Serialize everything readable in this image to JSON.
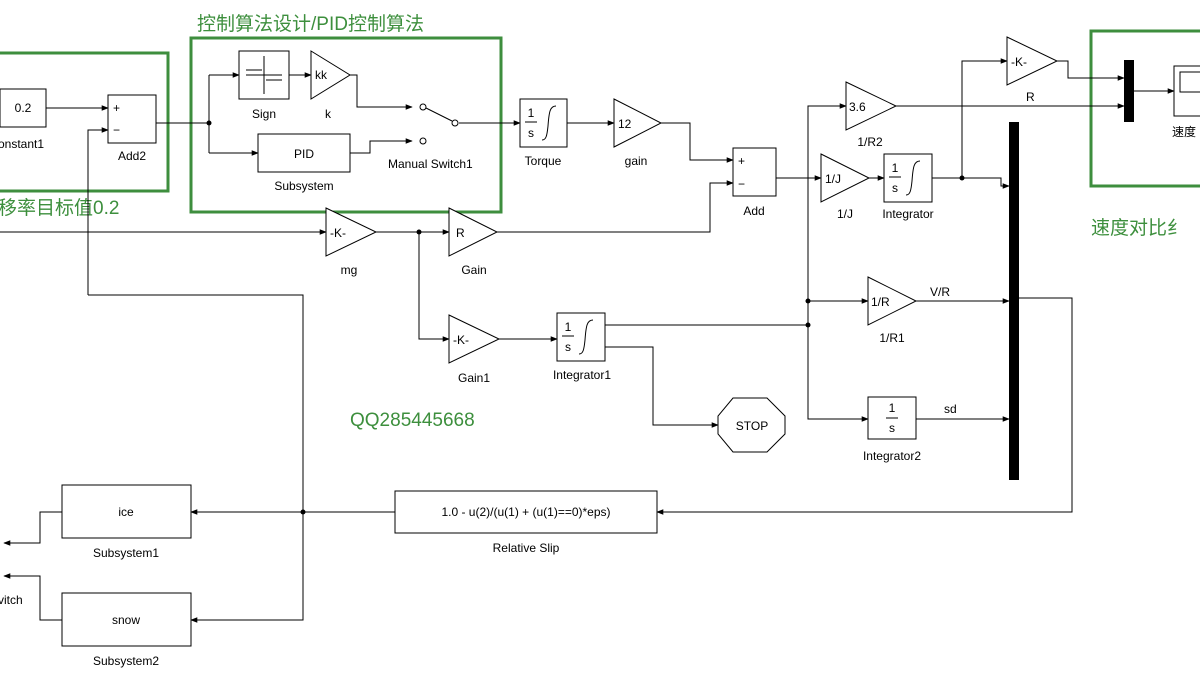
{
  "annotations": {
    "top_group_title": "控制算法设计/PID控制算法",
    "left_group_caption": "移率目标值0.2",
    "right_group_caption": "速度对比纟",
    "watermark": "QQ285445668"
  },
  "blocks": {
    "constant1": {
      "value": "0.2",
      "label": "onstant1"
    },
    "add2": {
      "label": "Add2",
      "port1": "+",
      "port2": "−"
    },
    "sign": {
      "label": "Sign"
    },
    "k": {
      "value": "kk",
      "label": "k"
    },
    "pid": {
      "value": "PID",
      "label": "Subsystem"
    },
    "manual_switch1": {
      "label": "Manual Switch1"
    },
    "torque": {
      "num": "1",
      "den": "s",
      "label": "Torque"
    },
    "gain": {
      "value": "12",
      "label": "gain"
    },
    "add": {
      "label": "Add",
      "port1": "+",
      "port2": "−"
    },
    "r_over_r2": {
      "value": "3.6",
      "label": "1/R2"
    },
    "one_over_j": {
      "value": "1/J",
      "label": "1/J"
    },
    "integrator": {
      "num": "1",
      "den": "s",
      "label": "Integrator"
    },
    "top_k": {
      "value": "-K-"
    },
    "mg": {
      "value": "-K-",
      "label": "mg"
    },
    "gain_r": {
      "value": "R",
      "label": "Gain"
    },
    "gain1": {
      "value": "-K-",
      "label": "Gain1"
    },
    "integrator1": {
      "num": "1",
      "den": "s",
      "label": "Integrator1"
    },
    "one_over_r1": {
      "value": "1/R",
      "label": "1/R1"
    },
    "stop": {
      "value": "STOP"
    },
    "integrator2": {
      "num": "1",
      "den": "s",
      "label": "Integrator2"
    },
    "relative_slip": {
      "value": "1.0 - u(2)/(u(1) + (u(1)==0)*eps)",
      "label": "Relative Slip"
    },
    "subsystem1": {
      "value": "ice",
      "label": "Subsystem1"
    },
    "subsystem2": {
      "value": "snow",
      "label": "Subsystem2"
    },
    "scope": {
      "label": "速度"
    },
    "switch_label": "vitch"
  },
  "signals": {
    "r": "R",
    "v_over_r": "V/R",
    "sd": "sd"
  }
}
